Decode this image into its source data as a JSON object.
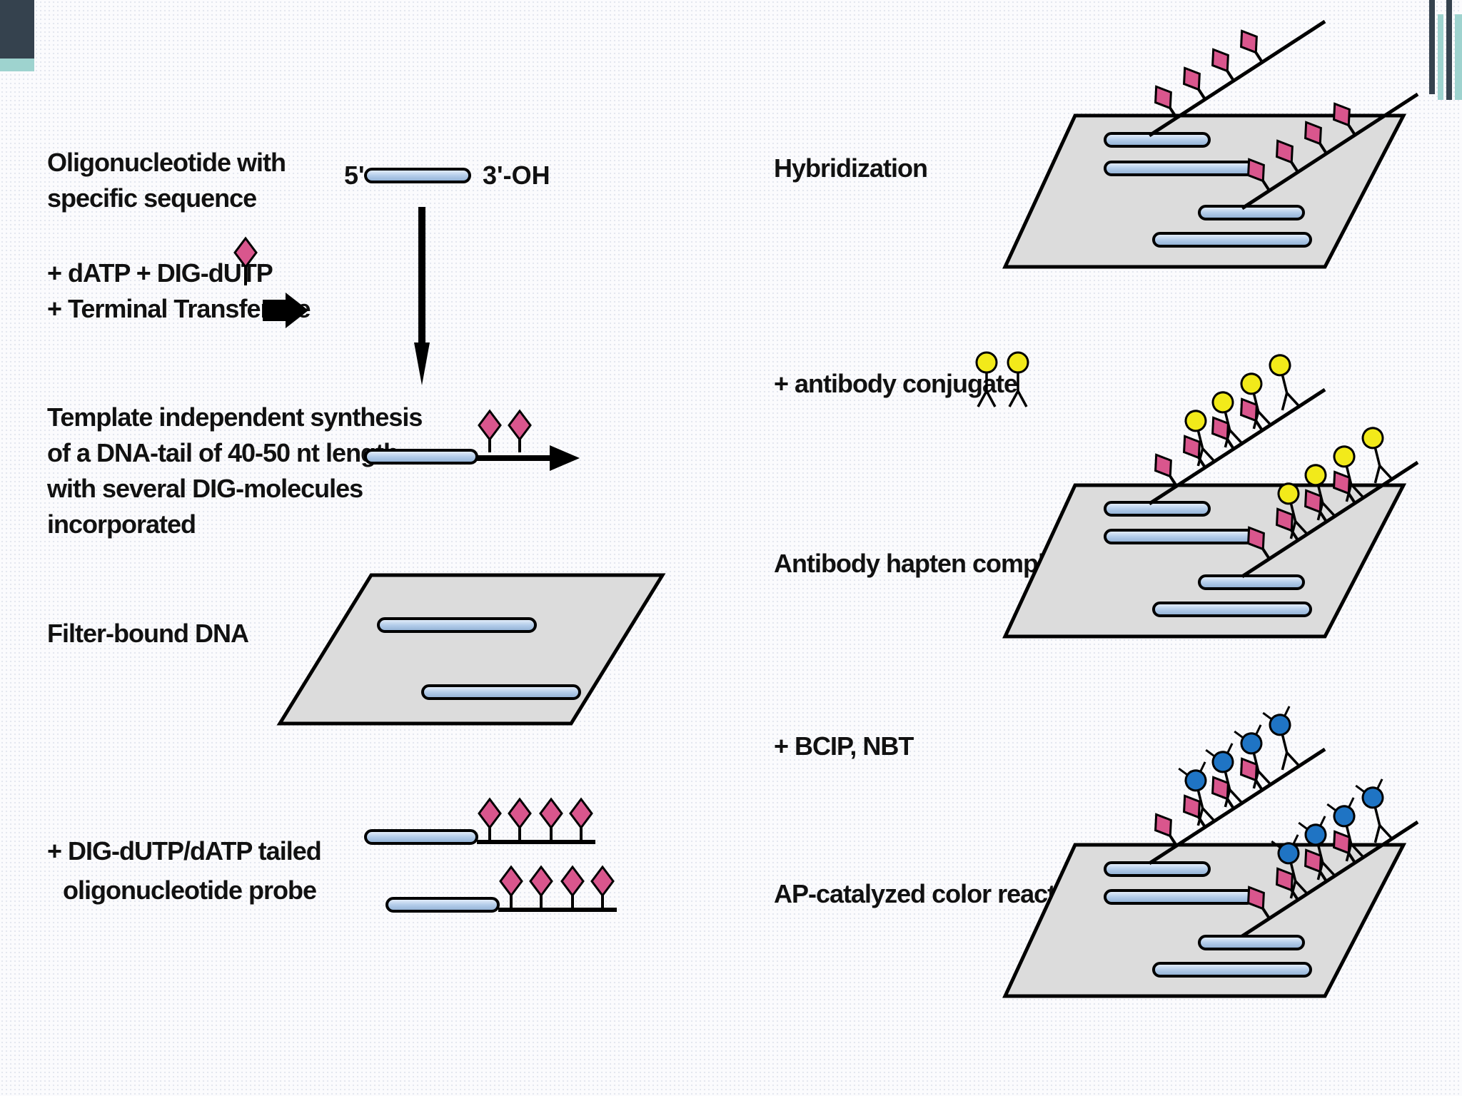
{
  "labels": {
    "oligo_line1": "Oligonucleotide with",
    "oligo_line2": "specific sequence",
    "five_prime": "5'",
    "three_prime": "3'-OH",
    "reagents_line1": "+ dATP + DIG-dUTP",
    "reagents_line2": "+ Terminal Transferase",
    "synthesis_line1": "Template independent synthesis",
    "synthesis_line2": "of a DNA-tail of 40-50 nt length",
    "synthesis_line3": "with several DIG-molecules",
    "synthesis_line4": "incorporated",
    "filter_bound": "Filter-bound DNA",
    "probe_line1": "+ DIG-dUTP/dATP tailed",
    "probe_line2": "oligonucleotide probe",
    "hybridization": "Hybridization",
    "antibody_conjugate": "+ antibody conjugate",
    "antibody_hapten": "Antibody hapten complex",
    "bcip_nbt": "+ BCIP, NBT",
    "ap_reaction": "AP-catalyzed color reaction"
  },
  "colors": {
    "dig_hapten": "#d9568d",
    "antibody_conjugate": "#f2ea1a",
    "color_precipitate": "#1f74c4",
    "dna_strand": "#b4cdea",
    "filter": "#dcdcdc",
    "slide_accent": "#35424e",
    "slide_accent_light": "#9ed3cf"
  }
}
